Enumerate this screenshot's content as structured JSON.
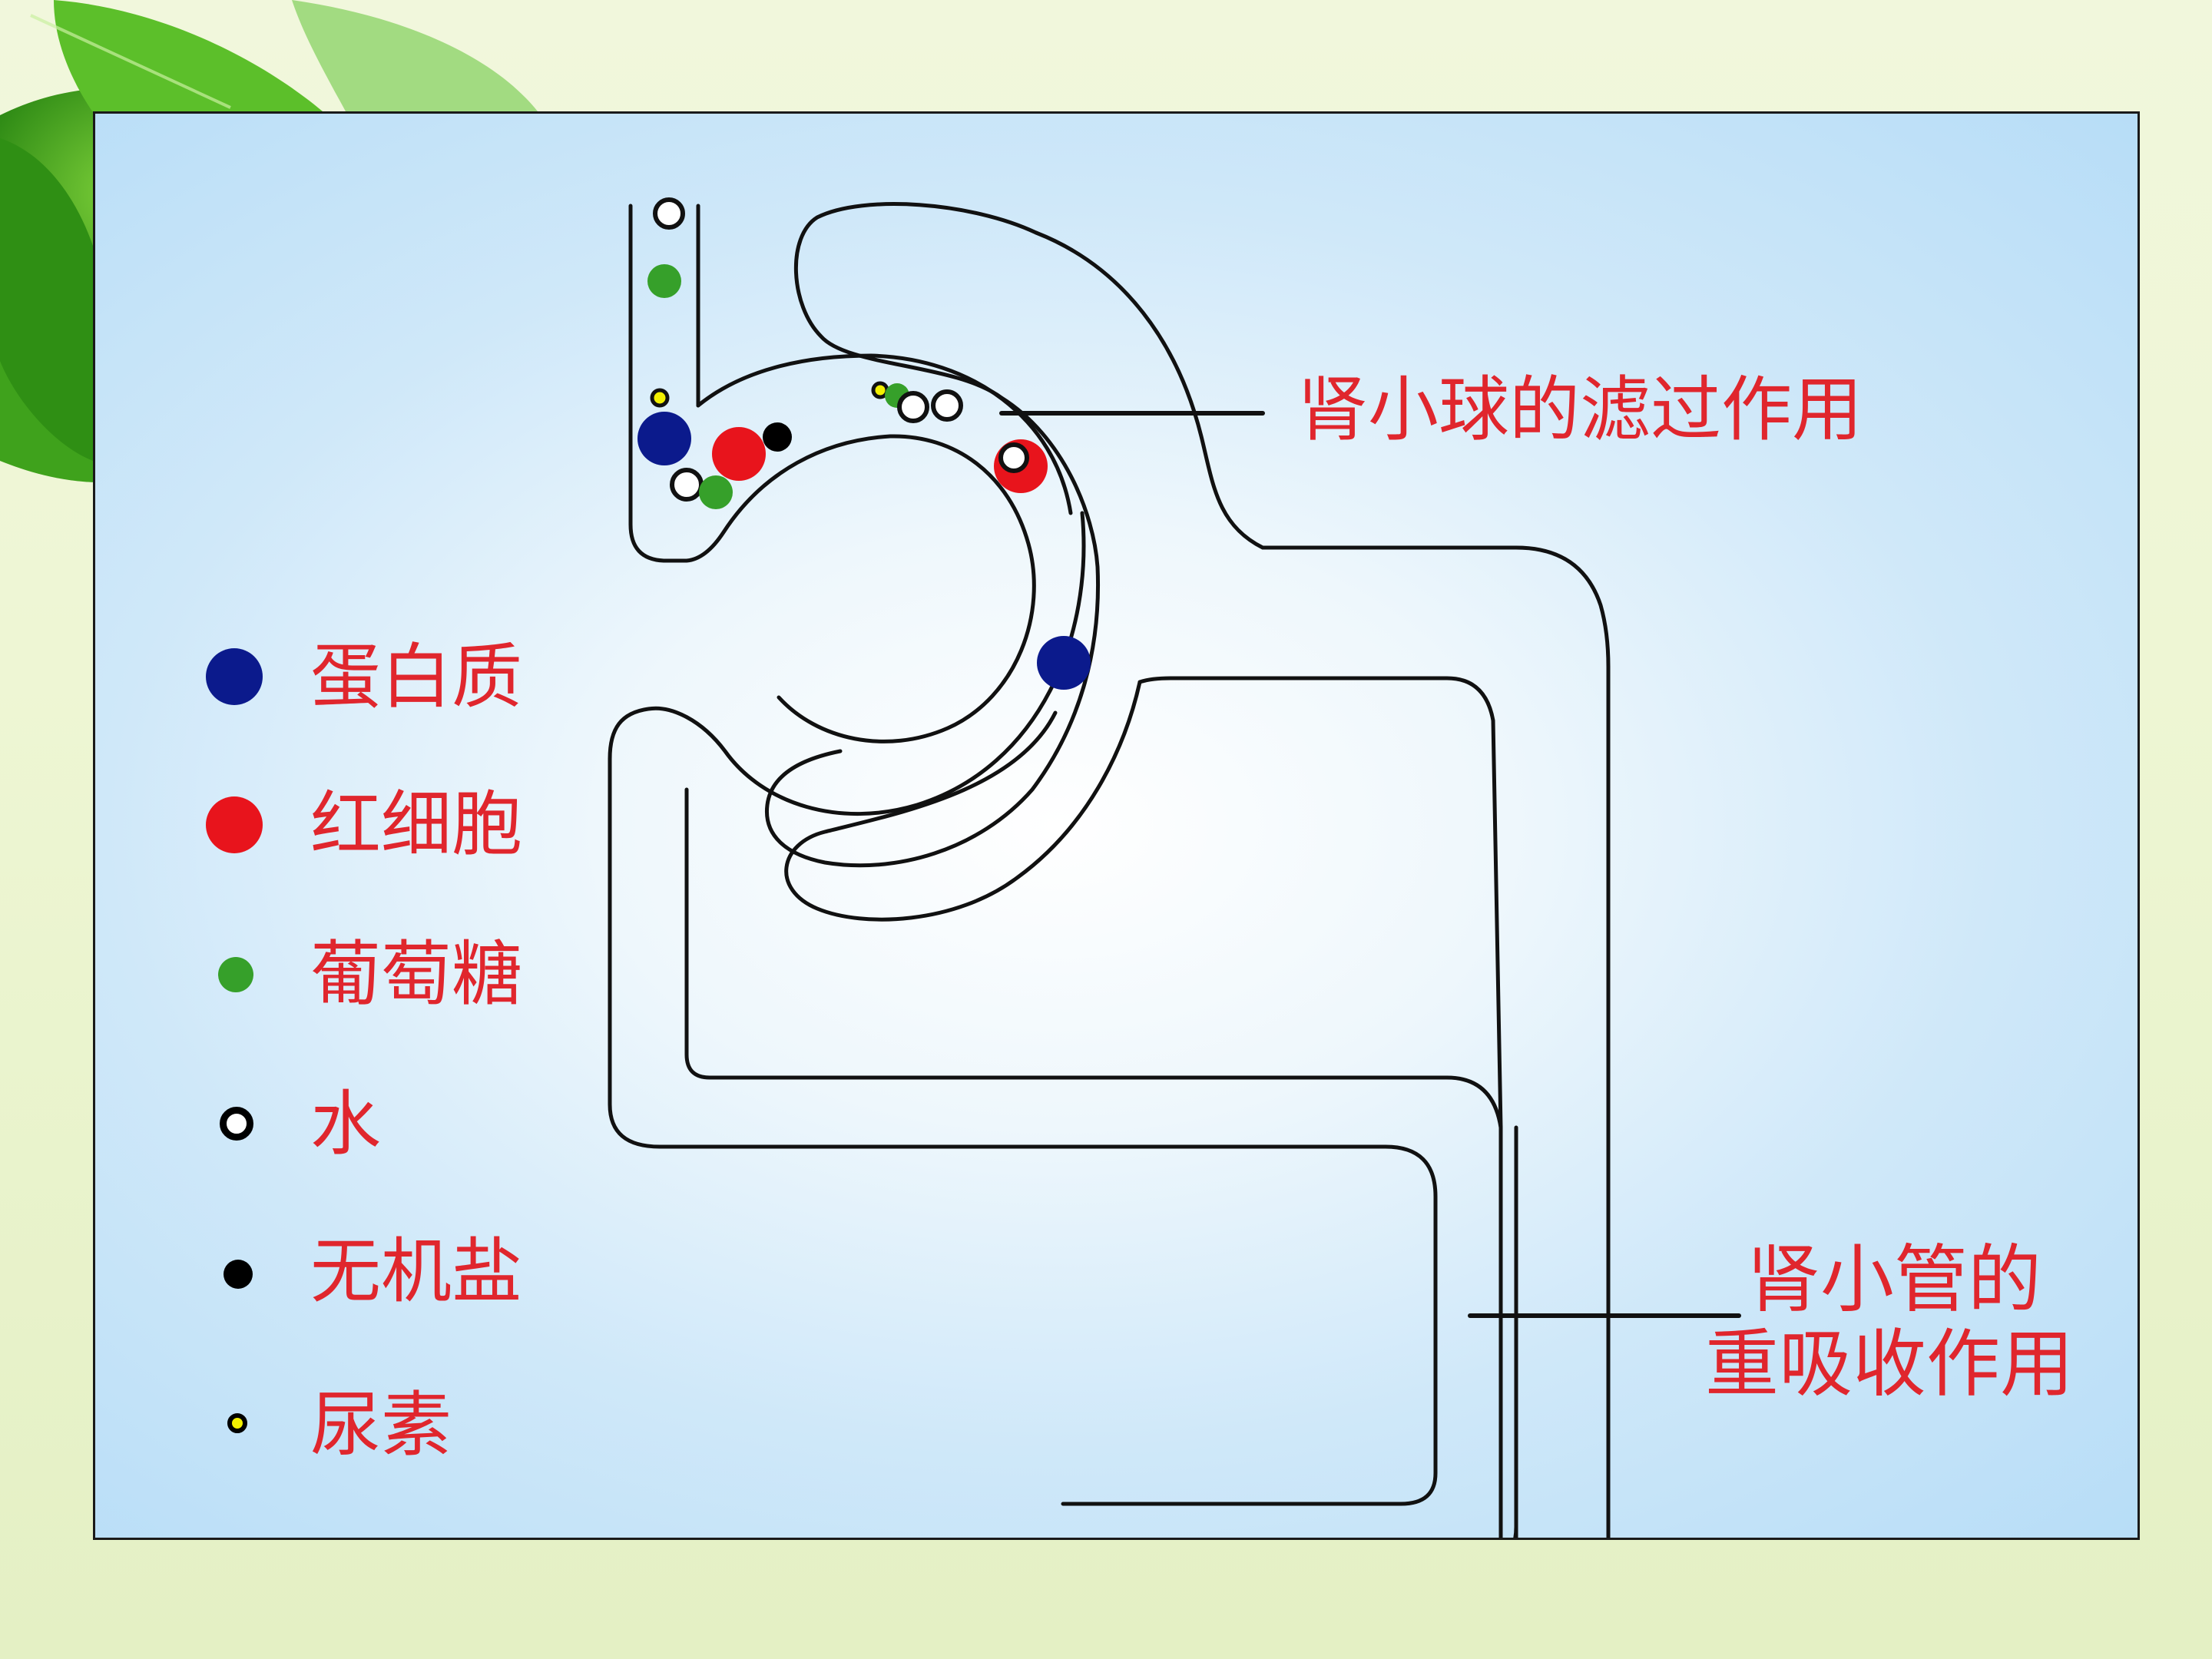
{
  "colors": {
    "label_red": "#e0262d",
    "protein_blue": "#0b1a8c",
    "rbc_red": "#e8141c",
    "glucose_green": "#36a02a",
    "water_white": "#ffffff",
    "salt_black": "#000000",
    "urea_yellow": "#f2f000",
    "line_black": "#111111"
  },
  "legend": [
    {
      "key": "protein",
      "label": "蛋白质",
      "color": "#0b1a8c"
    },
    {
      "key": "red-blood-cell",
      "label": "红细胞",
      "color": "#e8141c"
    },
    {
      "key": "glucose",
      "label": "葡萄糖",
      "color": "#36a02a"
    },
    {
      "key": "water",
      "label": "水",
      "color": "#ffffff"
    },
    {
      "key": "inorganic-salt",
      "label": "无机盐",
      "color": "#000000"
    },
    {
      "key": "urea",
      "label": "尿素",
      "color": "#f2f000"
    }
  ],
  "callouts": {
    "glomerular_filtration": "肾小球的滤过作用",
    "tubular_reabsorption_line1": "肾小管的",
    "tubular_reabsorption_line2": "重吸收作用"
  }
}
